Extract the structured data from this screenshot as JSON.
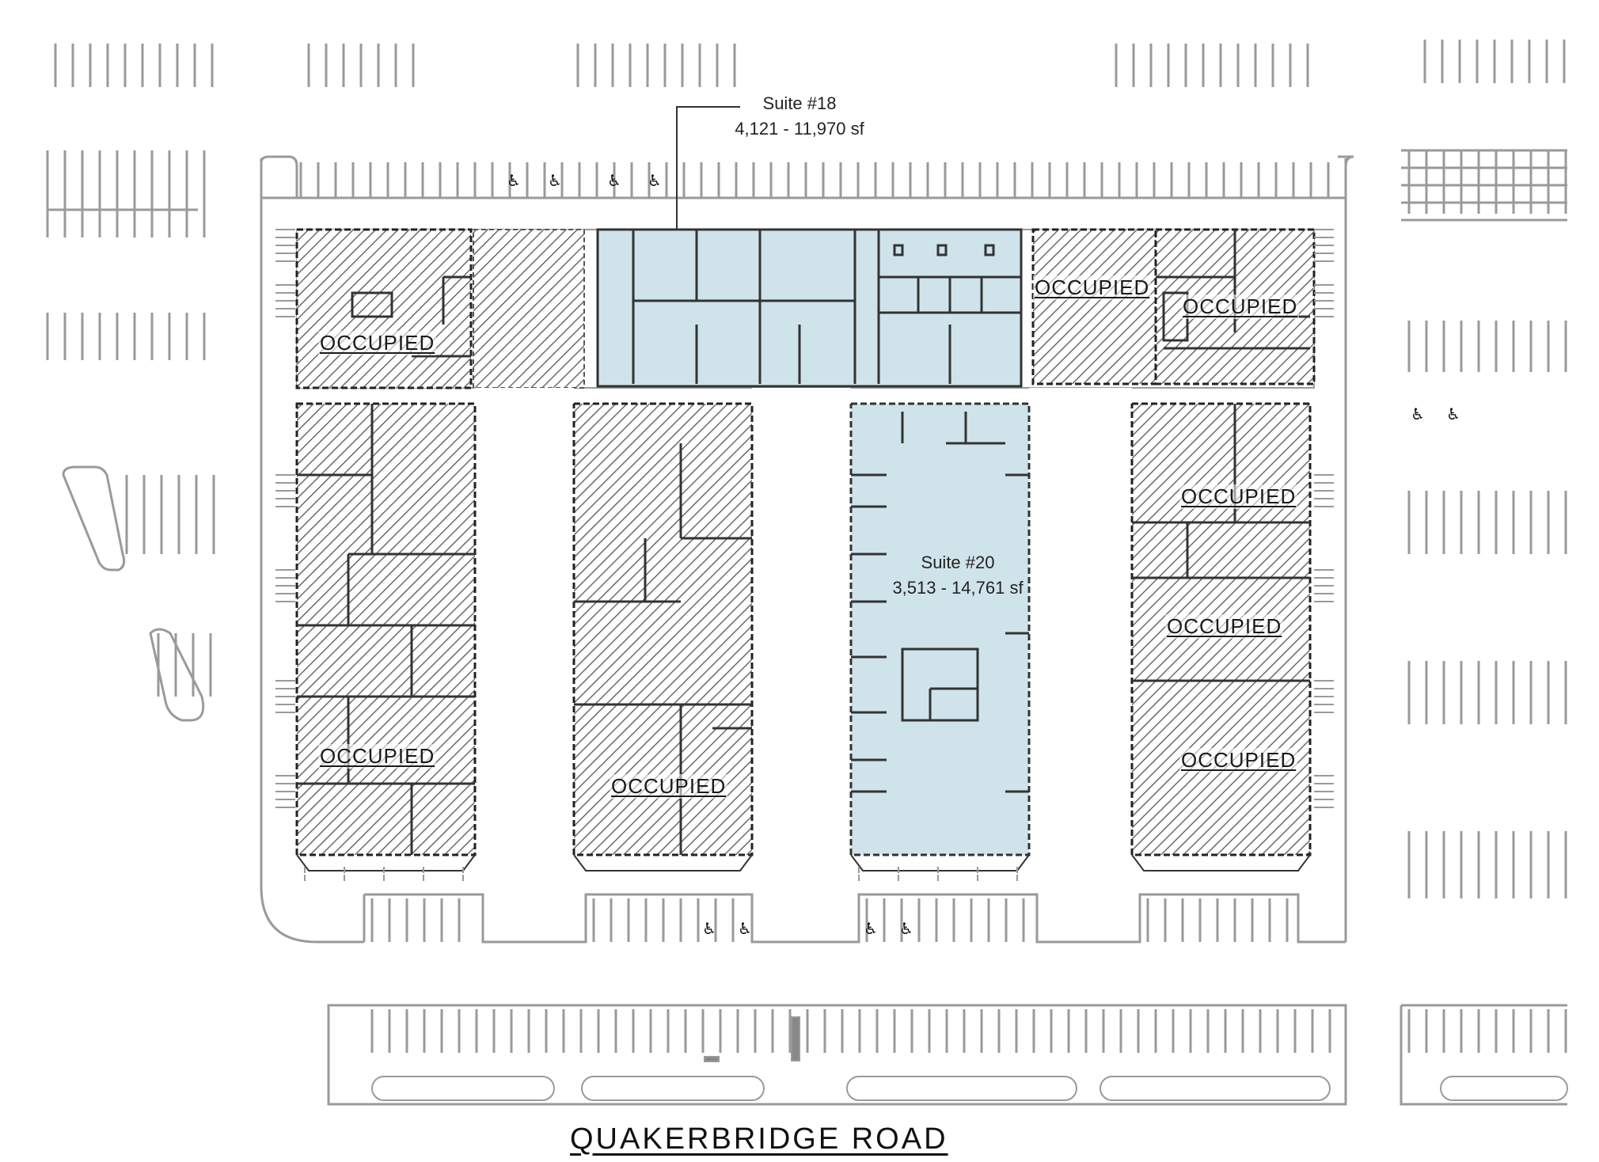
{
  "suites": [
    {
      "name": "Suite #18",
      "area": "4,121 - 11,970 sf"
    },
    {
      "name": "Suite #20",
      "area": "3,513 - 14,761 sf"
    }
  ],
  "occupied_labels": [
    "OCCUPIED",
    "OCCUPIED",
    "OCCUPIED",
    "OCCUPIED",
    "OCCUPIED",
    "OCCUPIED",
    "OCCUPIED",
    "OCCUPIED"
  ],
  "road": "QUAKERBRIDGE ROAD",
  "colors": {
    "available": "#cfe3ea",
    "hatch": "#6b6b6b",
    "lines": "#9a9a9a",
    "walls": "#333333"
  },
  "icons": {
    "accessible_parking": "wheelchair-icon"
  }
}
